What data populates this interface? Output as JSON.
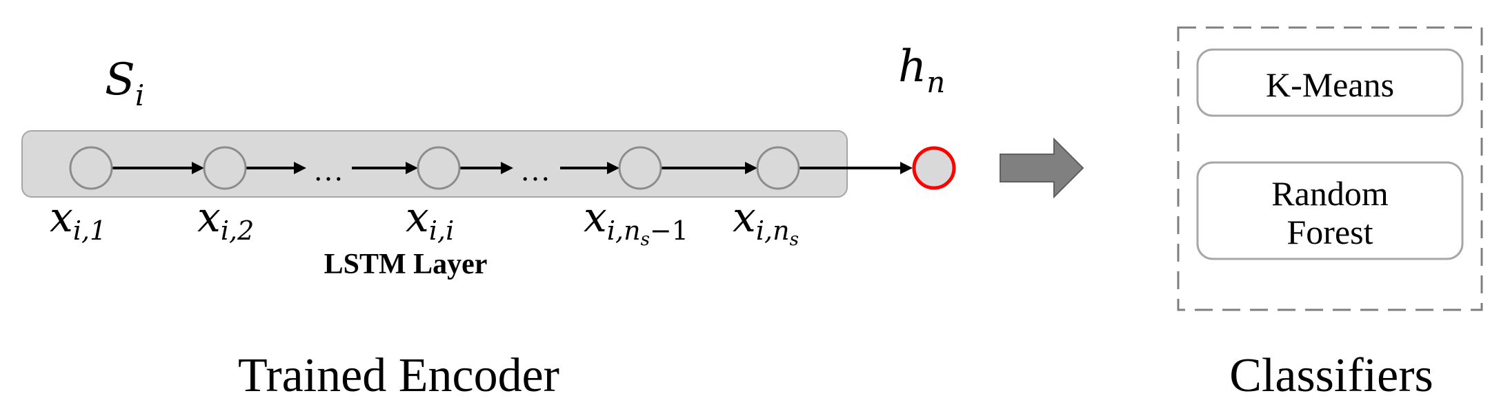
{
  "sequence": {
    "label": "S",
    "label_sub": "i"
  },
  "output": {
    "label": "h",
    "label_sub": "n"
  },
  "nodes": [
    {
      "base": "x",
      "sub": "i,1"
    },
    {
      "base": "x",
      "sub": "i,2"
    },
    {
      "base": "x",
      "sub": "i,i"
    },
    {
      "base": "x",
      "sub": "i,n",
      "subsub": "s",
      "suffix": "−1"
    },
    {
      "base": "x",
      "sub": "i,n",
      "subsub": "s",
      "suffix": ""
    }
  ],
  "ellipsis": "…",
  "layer_label": "LSTM Layer",
  "encoder_caption": "Trained Encoder",
  "classifiers": {
    "caption": "Classifiers",
    "items": [
      "K-Means",
      "Random Forest"
    ]
  },
  "colors": {
    "layer_fill": "#d9d9d9",
    "node_fill": "#d9d9d9",
    "output_stroke": "#ff0000",
    "big_arrow": "#808080",
    "dashed_border": "#7f7f7f"
  }
}
